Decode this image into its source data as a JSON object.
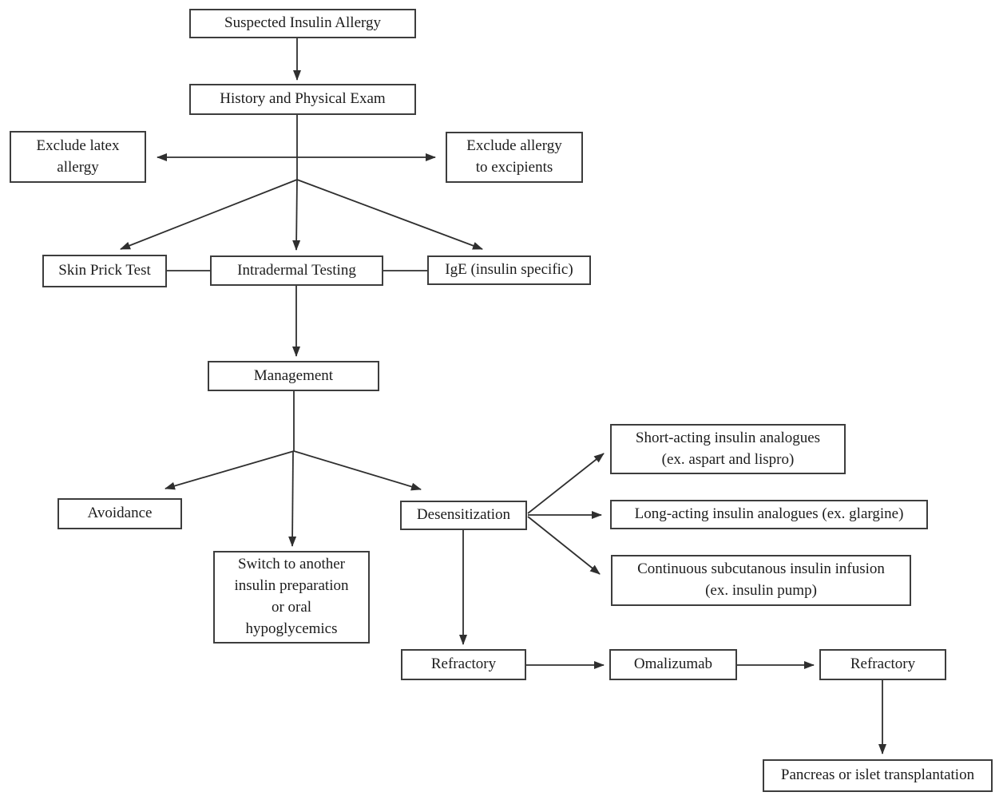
{
  "diagram": {
    "nodes": {
      "suspected_insulin_allergy": {
        "label": "Suspected Insulin Allergy"
      },
      "history_physical_exam": {
        "label": "History and Physical Exam"
      },
      "exclude_latex_allergy": {
        "label": "Exclude latex\nallergy"
      },
      "exclude_allergy_excipients": {
        "label": "Exclude allergy\nto excipients"
      },
      "skin_prick_test": {
        "label": "Skin Prick Test"
      },
      "intradermal_testing": {
        "label": "Intradermal Testing"
      },
      "ige_insulin_specific": {
        "label": "IgE (insulin specific)"
      },
      "management": {
        "label": "Management"
      },
      "avoidance": {
        "label": "Avoidance"
      },
      "switch_insulin": {
        "label": "Switch to another\ninsulin preparation\nor oral\nhypoglycemics"
      },
      "desensitization": {
        "label": "Desensitization"
      },
      "short_acting_analogues": {
        "label": "Short-acting insulin analogues\n(ex. aspart and lispro)"
      },
      "long_acting_analogues": {
        "label": "Long-acting insulin analogues (ex. glargine)"
      },
      "continuous_infusion": {
        "label": "Continuous subcutanous insulin infusion\n(ex. insulin pump)"
      },
      "refractory_1": {
        "label": "Refractory"
      },
      "omalizumab": {
        "label": "Omalizumab"
      },
      "refractory_2": {
        "label": "Refractory"
      },
      "pancreas_islet_transplantation": {
        "label": "Pancreas or islet transplantation"
      }
    },
    "colors": {
      "background": "#ffffff",
      "box_border": "#3d3d3d",
      "text": "#1c1c1c",
      "arrow": "#2f2f2f"
    }
  }
}
